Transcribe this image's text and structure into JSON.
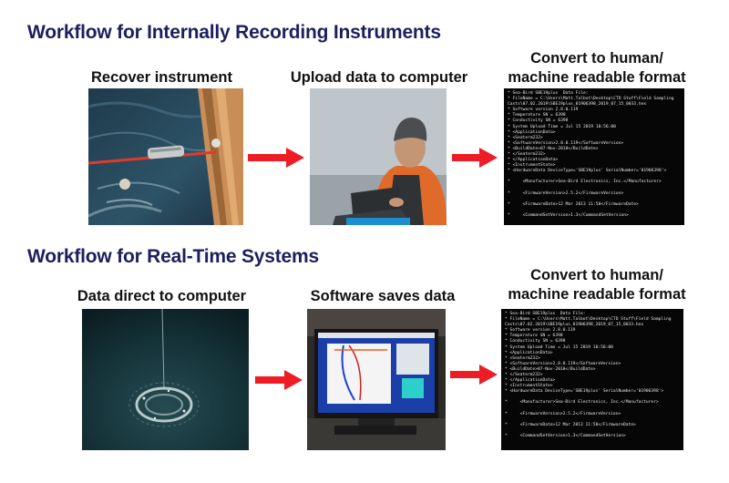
{
  "sections": [
    {
      "title": "Workflow for Internally Recording Instruments",
      "steps": [
        {
          "label": "Recover instrument",
          "image": "instrument-recovery-photo"
        },
        {
          "label": "Upload data to computer",
          "image": "person-with-laptop-photo"
        },
        {
          "label_lines": [
            "Convert to human/",
            "machine readable format"
          ],
          "image": "hex-file-terminal"
        }
      ]
    },
    {
      "title": "Workflow for Real-Time Systems",
      "steps": [
        {
          "label": "Data direct to computer",
          "image": "underwater-instrument-photo"
        },
        {
          "label": "Software saves data",
          "image": "computer-monitor-software-photo"
        },
        {
          "label_lines": [
            "Convert to human/",
            "machine readable format"
          ],
          "image": "hex-file-terminal"
        }
      ]
    }
  ],
  "terminal": {
    "lines": [
      "* Sea-Bird SBE19plus  Data File:",
      "* FileName = C:\\Users\\Matt.Talbot\\Desktop\\CTD Stuff\\Field Sampling",
      "Casts\\07.02.2019\\SBE19plus_01906398_2019_07_15_0033.hex",
      "* Software version 2.8.0.119",
      "* Temperature SN = 6398",
      "* Conductivity SN = 6398",
      "* System Upload Time = Jul 15 2019 10:56:00",
      "* <ApplicationData>",
      "* <Seaterm232>",
      "* <SoftwareVersion>2.8.0.119</SoftwareVersion>",
      "* <BuildDate>07-Nov-2018</BuildDate>",
      "* </Seaterm232>",
      "* </ApplicationData>",
      "* <InstrumentState>",
      "* <HardwareData DeviceType='SBE19plus' SerialNumber='01906398'>",
      "*     <Manufacturer>Sea-Bird Electronics, Inc.</Manufacturer>",
      "*     <FirmwareVersion>2.5.2</FirmwareVersion>",
      "*     <FirmwareDate>12 Mar 2013 11:50</FirmwareDate>",
      "*     <CommandSetVersion>1.3</CommandSetVersion>"
    ],
    "gap_before": [
      15,
      16,
      17,
      18
    ],
    "colors": {
      "background": "#050605",
      "text": "#e6e6e6"
    }
  },
  "colors": {
    "title": "#1d1f5e",
    "arrow": "#ee1c24"
  }
}
